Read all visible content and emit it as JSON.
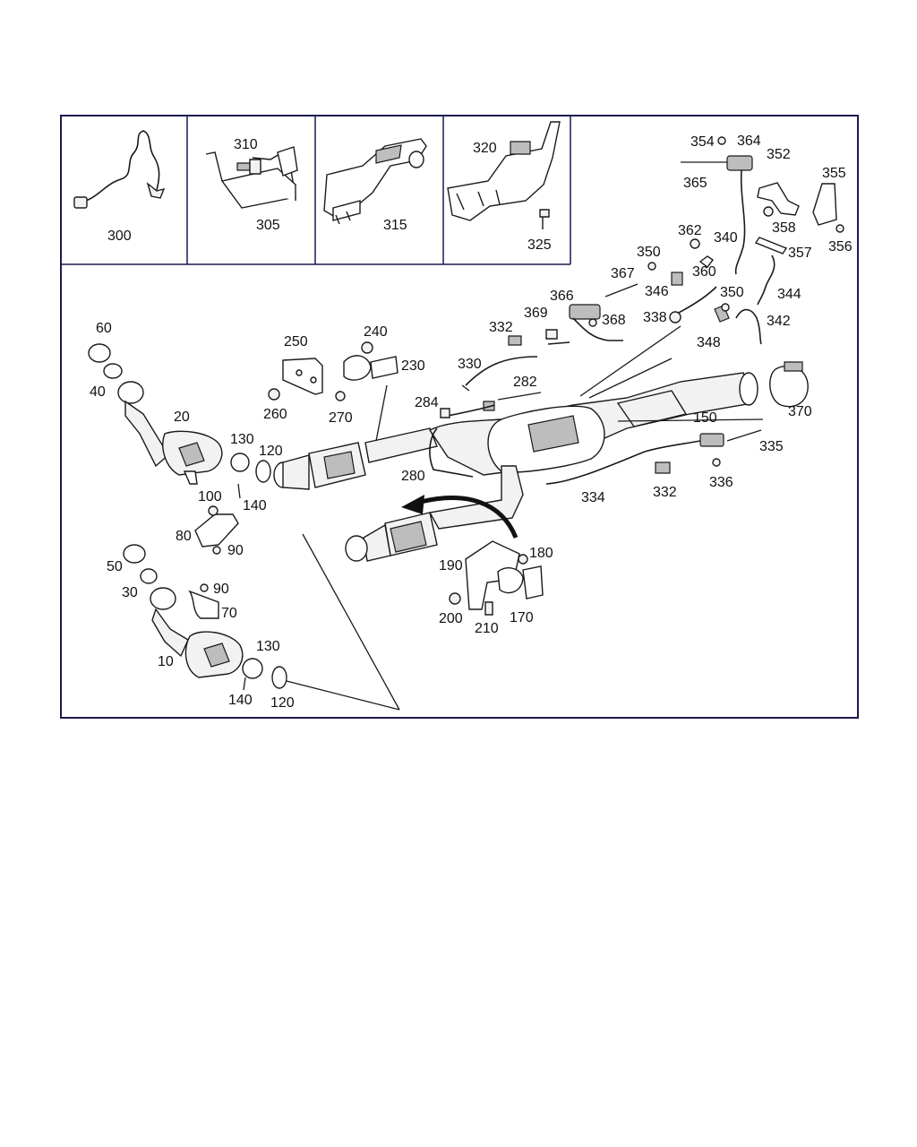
{
  "diagram": {
    "callouts": {
      "c300": "300",
      "c305": "305",
      "c310": "310",
      "c315": "315",
      "c320": "320",
      "c325": "325",
      "c354": "354",
      "c364": "364",
      "c352": "352",
      "c355": "355",
      "c365": "365",
      "c358": "358",
      "c356": "356",
      "c362": "362",
      "c340": "340",
      "c357": "357",
      "c350a": "350",
      "c360": "360",
      "c367": "367",
      "c346": "346",
      "c350b": "350",
      "c344": "344",
      "c366": "366",
      "c369": "369",
      "c368": "368",
      "c338": "338",
      "c342": "342",
      "c332a": "332",
      "c348": "348",
      "c330": "330",
      "c282": "282",
      "c284": "284",
      "c60": "60",
      "c250": "250",
      "c240": "240",
      "c230": "230",
      "c40": "40",
      "c260": "260",
      "c270": "270",
      "c20": "20",
      "c130a": "130",
      "c120a": "120",
      "c150": "150",
      "c370": "370",
      "c335": "335",
      "c280": "280",
      "c334": "334",
      "c332b": "332",
      "c336": "336",
      "c100": "100",
      "c140a": "140",
      "c80": "80",
      "c90a": "90",
      "c180": "180",
      "c190": "190",
      "c50": "50",
      "c30": "30",
      "c90b": "90",
      "c70": "70",
      "c200": "200",
      "c210": "210",
      "c170": "170",
      "c10": "10",
      "c130b": "130",
      "c140b": "140",
      "c120b": "120"
    }
  }
}
